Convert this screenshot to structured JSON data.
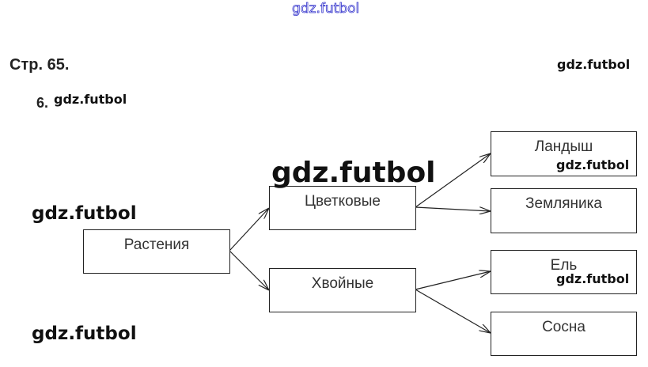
{
  "header": {
    "page_label": "Стр. 65.",
    "task_number": "6."
  },
  "watermark": "gdz.futbol",
  "diagram": {
    "root": "Растения",
    "level1": [
      "Цветковые",
      "Хвойные"
    ],
    "level2": [
      "Ландыш",
      "Земляника",
      "Ель",
      "Сосна"
    ]
  }
}
